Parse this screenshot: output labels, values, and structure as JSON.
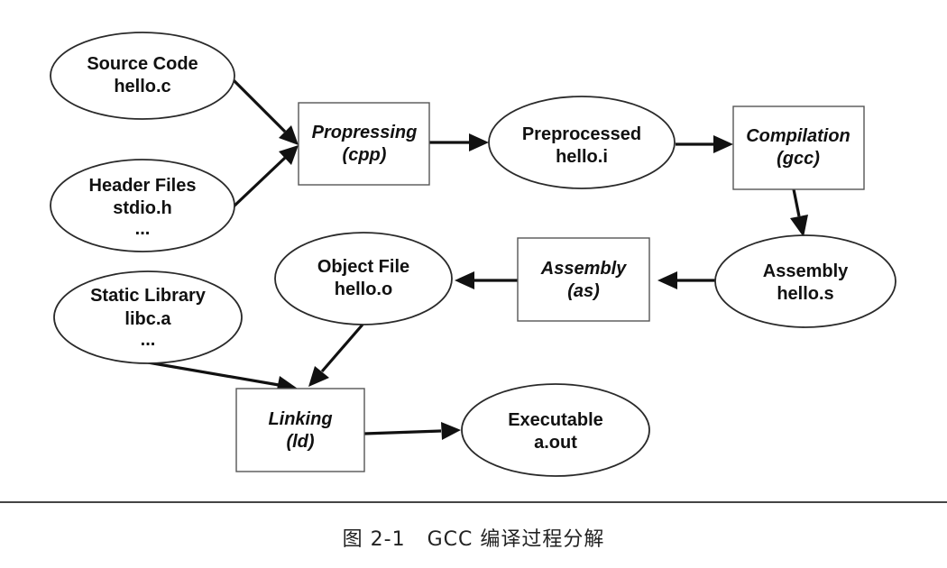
{
  "nodes": {
    "source_code": {
      "lines": [
        "Source Code",
        "hello.c"
      ]
    },
    "header_files": {
      "lines": [
        "Header Files",
        "stdio.h",
        "..."
      ]
    },
    "preprocessing": {
      "lines": [
        "Propressing",
        "(cpp)"
      ]
    },
    "preprocessed": {
      "lines": [
        "Preprocessed",
        "hello.i"
      ]
    },
    "compilation": {
      "lines": [
        "Compilation",
        "(gcc)"
      ]
    },
    "assembly_file": {
      "lines": [
        "Assembly",
        "hello.s"
      ]
    },
    "assembly": {
      "lines": [
        "Assembly",
        "(as)"
      ]
    },
    "object_file": {
      "lines": [
        "Object File",
        "hello.o"
      ]
    },
    "static_library": {
      "lines": [
        "Static Library",
        "libc.a",
        "..."
      ]
    },
    "linking": {
      "lines": [
        "Linking",
        "(ld)"
      ]
    },
    "executable": {
      "lines": [
        "Executable",
        "a.out"
      ]
    }
  },
  "caption": {
    "figure_number": "图 2-1",
    "title": "GCC 编译过程分解"
  }
}
